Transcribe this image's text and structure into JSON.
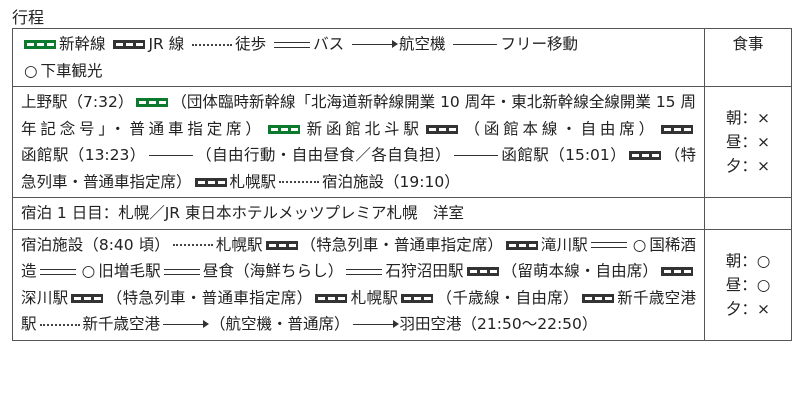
{
  "title": "行程",
  "header": {
    "meal": "食事"
  },
  "legend": [
    {
      "i": "sk"
    },
    {
      "t": "新幹線 "
    },
    {
      "i": "jr"
    },
    {
      "t": "JR 線 "
    },
    {
      "i": "walk"
    },
    {
      "t": "徒歩 "
    },
    {
      "i": "bus"
    },
    {
      "t": "バス "
    },
    {
      "i": "plane"
    },
    {
      "t": "航空機 "
    },
    {
      "i": "free"
    },
    {
      "t": "フリー移動"
    },
    {
      "br": 1
    },
    {
      "i": "circ"
    },
    {
      "t": "下車観光"
    }
  ],
  "day1": [
    {
      "t": "上野駅（7:32）"
    },
    {
      "i": "sk"
    },
    {
      "t": "（団体臨時新幹線「北海道新幹線開業 10 周年・東北新幹線全線開業 15 周年記念号」・普通車指定席）"
    },
    {
      "i": "sk"
    },
    {
      "t": "新函館北斗駅"
    },
    {
      "i": "jr"
    },
    {
      "t": "（函館本線・自由席）"
    },
    {
      "i": "jr"
    },
    {
      "t": "函館駅（13:23）"
    },
    {
      "i": "free"
    },
    {
      "t": "（自由行動・自由昼食／各自負担）"
    },
    {
      "i": "free"
    },
    {
      "t": "函館駅（15:01）"
    },
    {
      "i": "jr"
    },
    {
      "t": "（特急列車・普通車指定席）"
    },
    {
      "i": "jr"
    },
    {
      "t": "札幌駅"
    },
    {
      "i": "walk"
    },
    {
      "t": "宿泊施設（19:10）"
    }
  ],
  "day1_meals": [
    "朝：×",
    "昼：×",
    "夕：×"
  ],
  "hotel": "宿泊 1 日目：札幌／JR 東日本ホテルメッツプレミア札幌　洋室",
  "day2": [
    {
      "t": "宿泊施設（8:40 頃）"
    },
    {
      "i": "walk"
    },
    {
      "t": "札幌駅"
    },
    {
      "i": "jr"
    },
    {
      "t": "（特急列車・普通車指定席）"
    },
    {
      "i": "jr"
    },
    {
      "t": "滝川駅"
    },
    {
      "i": "bus"
    },
    {
      "i": "circ"
    },
    {
      "t": "国稀酒造"
    },
    {
      "i": "bus"
    },
    {
      "i": "circ"
    },
    {
      "t": "旧増毛駅"
    },
    {
      "i": "bus"
    },
    {
      "t": "昼食（海鮮ちらし）"
    },
    {
      "i": "bus"
    },
    {
      "t": "石狩沼田駅"
    },
    {
      "i": "jr"
    },
    {
      "t": "（留萌本線・自由席）"
    },
    {
      "i": "jr"
    },
    {
      "t": "深川駅"
    },
    {
      "i": "jr"
    },
    {
      "t": "（特急列車・普通車指定席）"
    },
    {
      "i": "jr"
    },
    {
      "t": "札幌駅"
    },
    {
      "i": "jr"
    },
    {
      "t": "（千歳線・自由席）"
    },
    {
      "i": "jr"
    },
    {
      "t": "新千歳空港駅"
    },
    {
      "i": "walk"
    },
    {
      "t": "新千歳空港"
    },
    {
      "i": "plane"
    },
    {
      "t": "（航空機・普通席）"
    },
    {
      "i": "plane"
    },
    {
      "t": "羽田空港（21:50〜22:50）"
    }
  ],
  "day2_meals": [
    "朝：○",
    "昼：○",
    "夕：×"
  ],
  "icon_names": {
    "sk": "shinkansen-icon",
    "jr": "jr-line-icon",
    "walk": "walk-dotted-line-icon",
    "bus": "bus-double-line-icon",
    "plane": "airplane-arrow-icon",
    "free": "free-move-line-icon",
    "circ": "sightseeing-circle-icon"
  },
  "colors": {
    "shinkansen": "#0b7a2c",
    "jr": "#333333"
  }
}
